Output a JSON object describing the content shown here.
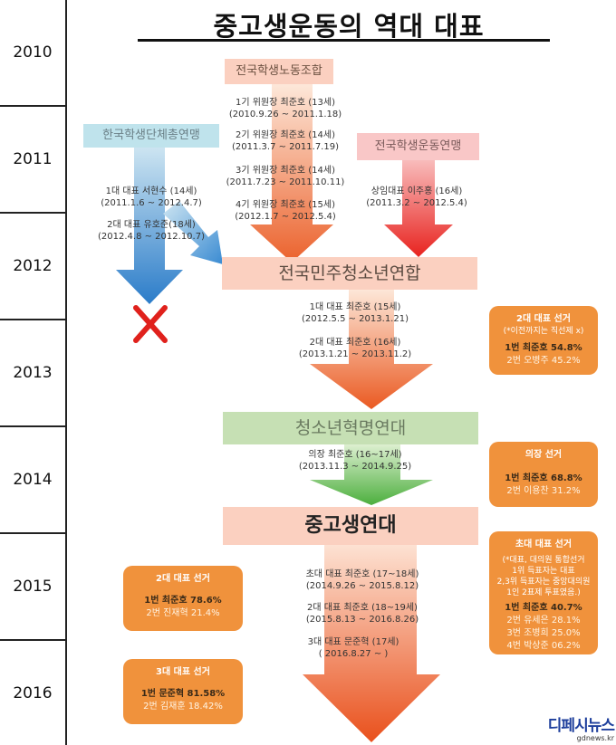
{
  "title": "중고생운동의 역대 대표",
  "years": [
    "2010",
    "2011",
    "2012",
    "2013",
    "2014",
    "2015",
    "2016"
  ],
  "orgs": {
    "labor_union": "전국학생노동조합",
    "student_federation": "한국학생단체총연맹",
    "student_movement": "전국학생운동연맹",
    "democratic_youth": "전국민주청소년연합",
    "youth_revolution": "청소년혁명연대",
    "high_school_solidarity": "중고생연대"
  },
  "labor_union_leaders": [
    {
      "role": "1기 위원장 최준호 (13세)",
      "term": "(2010.9.26 ~ 2011.1.18)"
    },
    {
      "role": "2기 위원장 최준호 (14세)",
      "term": "(2011.3.7 ~ 2011.7.19)"
    },
    {
      "role": "3기 위원장 최준호 (14세)",
      "term": "(2011.7.23 ~ 2011.10.11)"
    },
    {
      "role": "4기 위원장 최준호 (15세)",
      "term": "(2012.1.7 ~ 2012.5.4)"
    }
  ],
  "federation_leaders": [
    {
      "role": "1대 대표 서현수 (14세)",
      "term": "(2011.1.6 ~ 2012.4.7)"
    },
    {
      "role": "2대 대표 유호준(18세)",
      "term": "(2012.4.8 ~ 2012.10.7)"
    }
  ],
  "movement_leaders": [
    {
      "role": "상임대표 이주홍 (16세)",
      "term": "(2011.3.2 ~ 2012.5.4)"
    }
  ],
  "democratic_leaders": [
    {
      "role": "1대 대표 최준호 (15세)",
      "term": "(2012.5.5 ~ 2013.1.21)"
    },
    {
      "role": "2대 대표 최준호 (16세)",
      "term": "(2013.1.21 ~ 2013.11.2)"
    }
  ],
  "revolution_leaders": [
    {
      "role": "의장 최준호 (16~17세)",
      "term": "(2013.11.3 ~ 2014.9.25)"
    }
  ],
  "solidarity_leaders": [
    {
      "role": "초대 대표 최준호 (17~18세)",
      "term": "(2014.9.26 ~ 2015.8.12)"
    },
    {
      "role": "2대 대표 최준호 (18~19세)",
      "term": "(2015.8.13 ~ 2016.8.26)"
    },
    {
      "role": "3대 대표 문준혁 (17세)",
      "term": "( 2016.8.27 ~ )"
    }
  ],
  "bubbles": {
    "democratic_2nd": {
      "title": "2대 대표 선거",
      "note": "(*이전까지는 직선제 x)",
      "winner": "1번 최준호 54.8%",
      "loser": "2번 오병주 45.2%"
    },
    "revolution_chair": {
      "title": "의장 선거",
      "winner": "1번 최준호 68.8%",
      "loser": "2번 이용찬 31.2%"
    },
    "solidarity_first": {
      "title": "초대 대표 선거",
      "note1": "(*대표, 대의원 통합선거",
      "note2": "1위 득표자는 대표",
      "note3": "2,3위 득표자는 중앙대의원",
      "note4": "1인 2표제 투표였음.)",
      "winner": "1번 최준호 40.7%",
      "others": [
        "2번 유세은 28.1%",
        "3번 조병희 25.0%",
        "4번 박상준 06.2%"
      ]
    },
    "solidarity_second": {
      "title": "2대 대표 선거",
      "winner": "1번 최준호 78.6%",
      "loser": "2번 진재혁 21.4%"
    },
    "solidarity_third": {
      "title": "3대 대표 선거",
      "winner": "1번 문준혁 81.58%",
      "loser": "2번 김재훈 18.42%"
    }
  },
  "logo_text": "디페시뉴스",
  "logo_sub": "gdnews.kr",
  "colors": {
    "orange": "#f0923c",
    "salmon": "#fbd0c0",
    "green": "#c6e0b4",
    "blue_label": "#bfe3ec",
    "pink_label": "#f9c7c7",
    "red_x": "#e0211c"
  }
}
